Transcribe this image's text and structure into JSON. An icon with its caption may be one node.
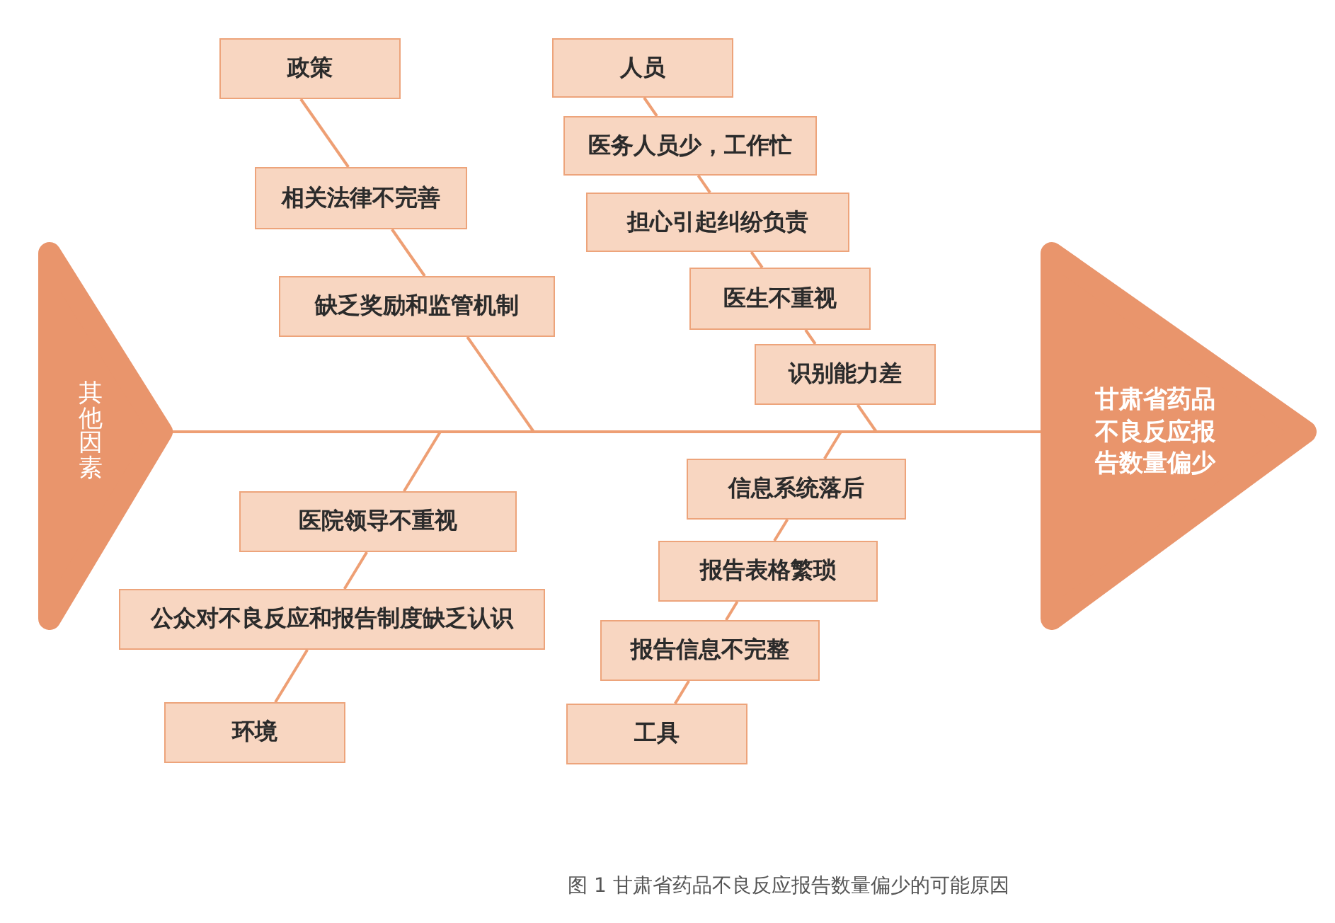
{
  "diagram": {
    "caption": "图 1 甘肃省药品不良反应报告数量偏少的可能原因",
    "nodes": [
      {
        "text": [
          "其他因素"
        ]
      },
      {
        "text": [
          "甘肃省药品不良反应报告数量偏少"
        ]
      },
      {
        "text": [
          "政策"
        ]
      },
      {
        "text": [
          "相关法律不完善"
        ]
      },
      {
        "text": [
          "缺乏奖励和监管机制"
        ]
      },
      {
        "text": [
          "人员"
        ]
      },
      {
        "text": [
          "医务人员少，工作忙"
        ]
      },
      {
        "text": [
          "担心引起纠纷负责"
        ]
      },
      {
        "text": [
          "医生不重视"
        ]
      },
      {
        "text": [
          "识别能力差"
        ]
      },
      {
        "text": [
          "医院领导不重视"
        ]
      },
      {
        "text": [
          "公众对不良反应和报告制度缺乏认识"
        ]
      },
      {
        "text": [
          "环境"
        ]
      },
      {
        "text": [
          "信息系统落后"
        ]
      },
      {
        "text": [
          "报告表格繁琐"
        ]
      },
      {
        "text": [
          "报告信息不完整"
        ]
      },
      {
        "text": [
          "工具"
        ]
      }
    ],
    "edges": [
      {
        "from": 0,
        "to": 1,
        "arrow": "none"
      },
      {
        "from": 2,
        "to": 3,
        "arrow": "none"
      },
      {
        "from": 3,
        "to": 4,
        "arrow": "none"
      },
      {
        "from": 4,
        "to": null,
        "arrow": "none"
      },
      {
        "from": 5,
        "to": 6,
        "arrow": "none"
      },
      {
        "from": 6,
        "to": 7,
        "arrow": "none"
      },
      {
        "from": 7,
        "to": 8,
        "arrow": "none"
      },
      {
        "from": 8,
        "to": 9,
        "arrow": "none"
      },
      {
        "from": 9,
        "to": null,
        "arrow": "none"
      },
      {
        "from": 12,
        "to": 11,
        "arrow": "none"
      },
      {
        "from": 11,
        "to": 10,
        "arrow": "none"
      },
      {
        "from": 10,
        "to": null,
        "arrow": "none"
      },
      {
        "from": 16,
        "to": 15,
        "arrow": "none"
      },
      {
        "from": 15,
        "to": 14,
        "arrow": "none"
      },
      {
        "from": 14,
        "to": 13,
        "arrow": "none"
      },
      {
        "from": 13,
        "to": null,
        "arrow": "none"
      }
    ]
  }
}
